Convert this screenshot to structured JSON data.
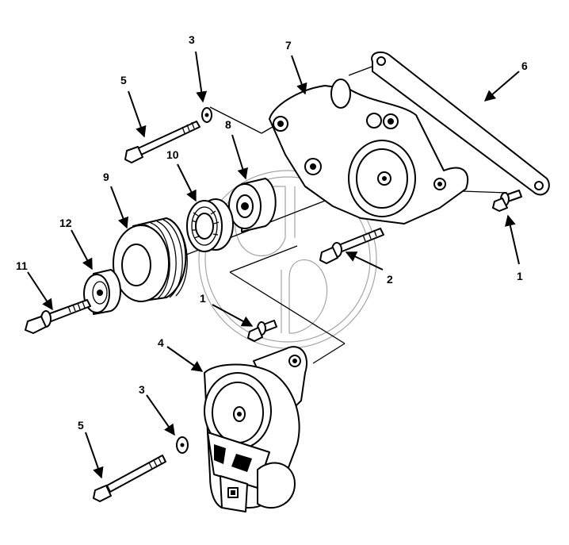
{
  "diagram": {
    "watermark_mark": "stylized-circle-monogram-watermark",
    "callouts": [
      {
        "id": "c5a",
        "label": "5"
      },
      {
        "id": "c3a",
        "label": "3"
      },
      {
        "id": "c7",
        "label": "7"
      },
      {
        "id": "c6",
        "label": "6"
      },
      {
        "id": "c8",
        "label": "8"
      },
      {
        "id": "c10",
        "label": "10"
      },
      {
        "id": "c9",
        "label": "9"
      },
      {
        "id": "c12",
        "label": "12"
      },
      {
        "id": "c11",
        "label": "11"
      },
      {
        "id": "c2",
        "label": "2"
      },
      {
        "id": "c1a",
        "label": "1"
      },
      {
        "id": "c1b",
        "label": "1"
      },
      {
        "id": "c4",
        "label": "4"
      },
      {
        "id": "c3b",
        "label": "3"
      },
      {
        "id": "c5b",
        "label": "5"
      }
    ]
  }
}
